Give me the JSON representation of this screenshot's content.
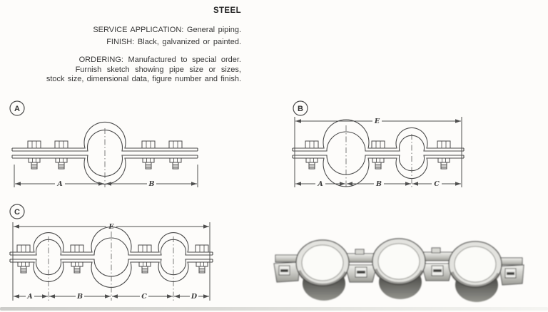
{
  "header": {
    "title": "STEEL",
    "service_line": "SERVICE APPLICATION: General piping.",
    "finish_line": "FINISH: Black, galvanized or painted.",
    "ordering_lines": [
      "ORDERING: Manufactured to special order.",
      "Furnish sketch showing pipe size or sizes,",
      "stock size, dimensional data, figure number and finish."
    ]
  },
  "figures": {
    "a": {
      "badge": "A",
      "dims": {
        "a": "A",
        "b": "B"
      }
    },
    "b": {
      "badge": "B",
      "dims": {
        "e": "E",
        "a": "A",
        "b": "B",
        "c": "C"
      }
    },
    "c": {
      "badge": "C",
      "dims": {
        "e": "E",
        "a": "A",
        "b": "B",
        "c": "C",
        "d": "D"
      }
    }
  }
}
